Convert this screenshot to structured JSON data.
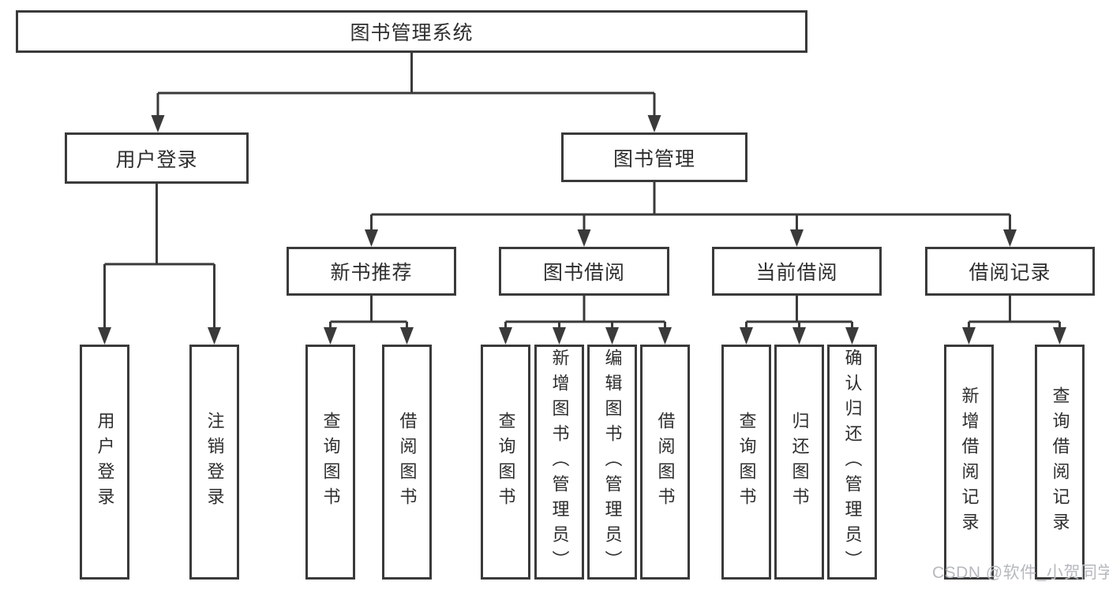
{
  "tree": {
    "label": "图书管理系统",
    "children": [
      {
        "label": "用户登录",
        "children": [
          {
            "label": "用户登录"
          },
          {
            "label": "注销登录"
          }
        ]
      },
      {
        "label": "图书管理",
        "children": [
          {
            "label": "新书推荐",
            "children": [
              {
                "label": "查询图书"
              },
              {
                "label": "借阅图书"
              }
            ]
          },
          {
            "label": "图书借阅",
            "children": [
              {
                "label": "查询图书"
              },
              {
                "label": "新增图书（管理员）"
              },
              {
                "label": "编辑图书（管理员）"
              },
              {
                "label": "借阅图书"
              }
            ]
          },
          {
            "label": "当前借阅",
            "children": [
              {
                "label": "查询图书"
              },
              {
                "label": "归还图书"
              },
              {
                "label": "确认归还（管理员）"
              }
            ]
          },
          {
            "label": "借阅记录",
            "children": [
              {
                "label": "新增借阅记录"
              },
              {
                "label": "查询借阅记录"
              }
            ]
          }
        ]
      }
    ]
  },
  "watermark": {
    "text": "CSDN @软件_小贺同学"
  },
  "colors": {
    "line": "#3a3a3a",
    "text": "#2e2e2e",
    "watermark": "#b6b9be",
    "background": "#ffffff"
  }
}
